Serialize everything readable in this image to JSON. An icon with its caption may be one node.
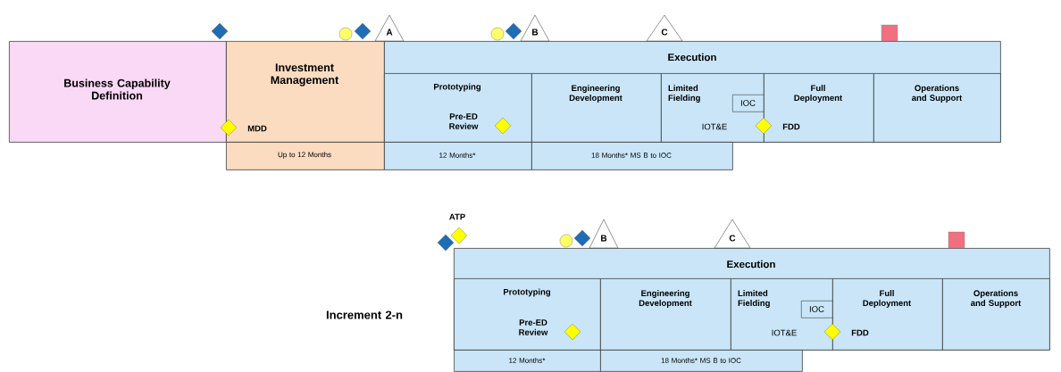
{
  "diagram": {
    "nodes": [
      {
        "text": [
          "Business Capability Definition"
        ]
      },
      {
        "text": [
          "Investment Management"
        ]
      },
      {
        "text": [
          "Up to 12 Months"
        ]
      },
      {
        "text": [
          "Execution"
        ]
      },
      {
        "text": [
          "Prototyping",
          "Pre-ED Review"
        ],
        "in": 3
      },
      {
        "text": [
          "Engineering Development"
        ],
        "in": 3
      },
      {
        "text": [
          "Limited Fielding",
          "IOT&E"
        ],
        "in": 3
      },
      {
        "text": [
          "IOC"
        ],
        "in": 6
      },
      {
        "text": [
          "Full Deployment"
        ],
        "in": 3
      },
      {
        "text": [
          "Operations and Support"
        ],
        "in": 3
      },
      {
        "text": [
          "12 Months*"
        ]
      },
      {
        "text": [
          "18 Months* MS B to IOC"
        ]
      },
      {
        "text": [
          "A"
        ]
      },
      {
        "text": [
          "B"
        ]
      },
      {
        "text": [
          "C"
        ]
      },
      {
        "text": [
          "Execution"
        ]
      },
      {
        "text": [
          "Prototyping",
          "Pre-ED Review"
        ],
        "in": 15
      },
      {
        "text": [
          "Engineering Development"
        ],
        "in": 15
      },
      {
        "text": [
          "Limited Fielding",
          "IOT&E"
        ],
        "in": 15
      },
      {
        "text": [
          "IOC"
        ],
        "in": 18
      },
      {
        "text": [
          "Full Deployment"
        ],
        "in": 15
      },
      {
        "text": [
          "Operations and Support"
        ],
        "in": 15
      },
      {
        "text": [
          "12 Months*"
        ]
      },
      {
        "text": [
          "18 Months* MS B to IOC"
        ]
      },
      {
        "text": [
          "B"
        ]
      },
      {
        "text": [
          "C"
        ]
      }
    ],
    "labels": [
      "MDD",
      "FDD",
      "ATP",
      "Increment 2-n",
      "FDD"
    ]
  }
}
